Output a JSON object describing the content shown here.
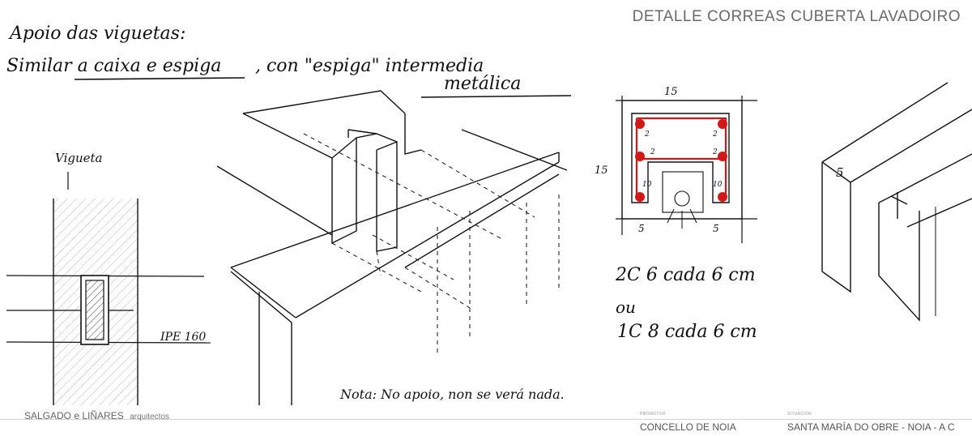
{
  "title": "DETALLE CORREAS CUBERTA LAVADOIRO",
  "notes": {
    "heading": "Apoio das viguetas:",
    "line1": "Similar a caixa e espiga",
    "line1b": ", con \"espiga\" intermedia",
    "line2": "metálica",
    "vigueta_label": "Vigueta",
    "ipe_label": "IPE 160",
    "bottom_note": "Nota: No apoio, non se verá nada.",
    "section_top": "15",
    "section_side": "15",
    "section_dims": [
      "2",
      "2",
      "2",
      "2",
      "10",
      "10",
      "5",
      "5"
    ],
    "rebar_option1": "2C 6 cada 6 cm",
    "rebar_or": "ou",
    "rebar_option2": "1C 8 cada 6 cm",
    "beam_dim": "5"
  },
  "footer": {
    "firm_name": "SALGADO e LIÑARES",
    "firm_suffix": "arquitectos",
    "promotor_label": "PROMOTOR",
    "promotor_value": "CONCELLO DE NOIA",
    "situacion_label": "SITUACIÓN",
    "situacion_value": "SANTA MARÍA DO OBRE - NOIA - A C"
  },
  "colors": {
    "ink": "#111111",
    "red_ink": "#d01818",
    "title_gray": "#6a6a6a"
  }
}
